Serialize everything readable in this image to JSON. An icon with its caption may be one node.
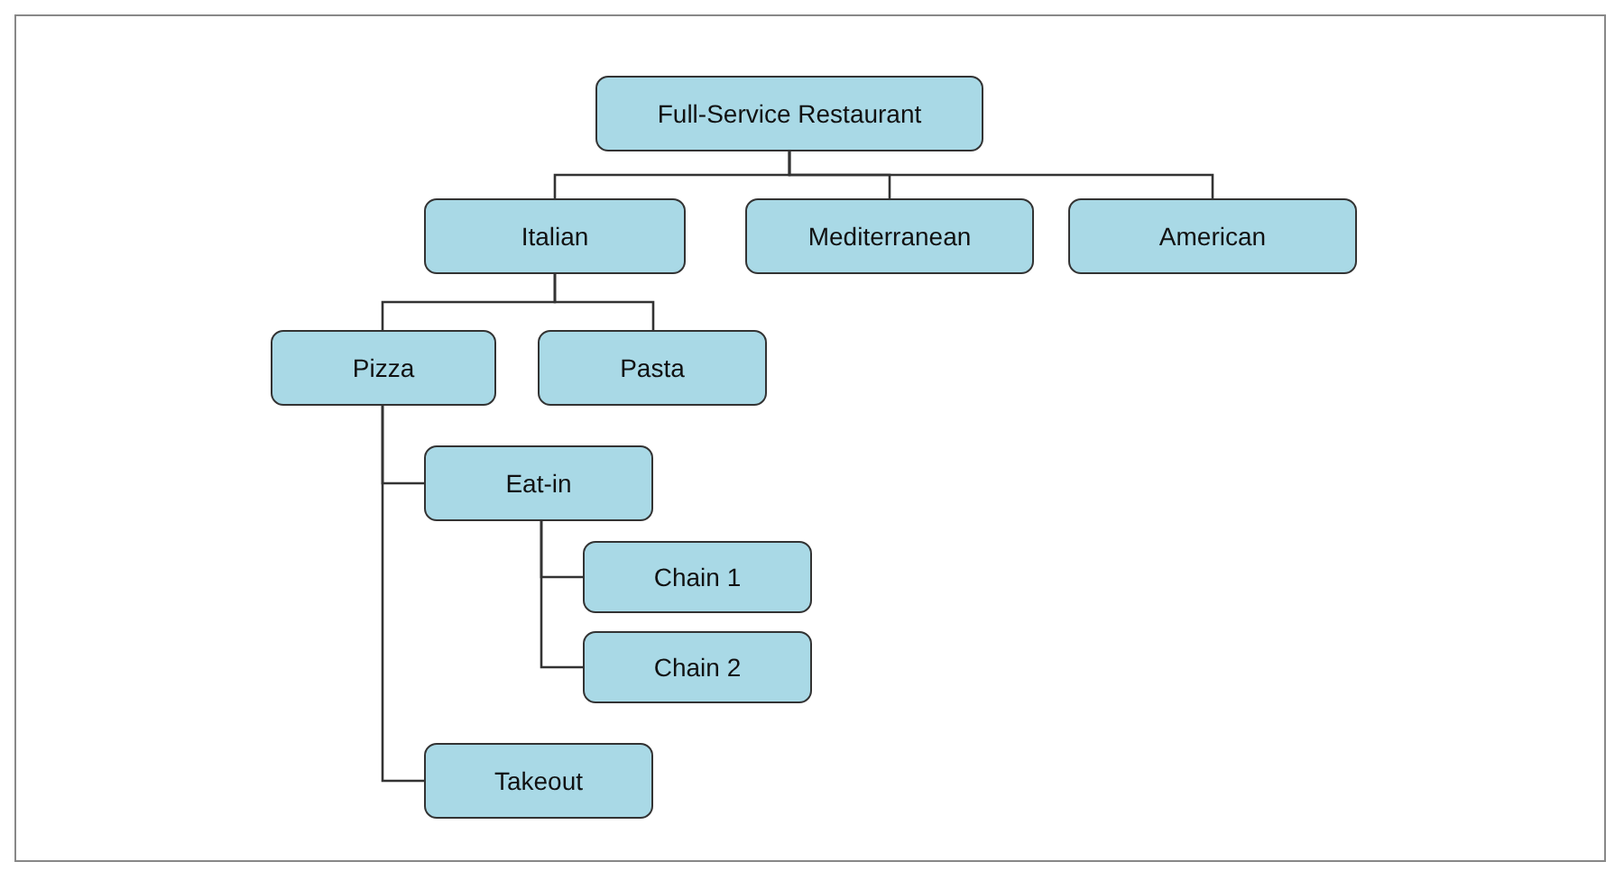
{
  "diagram": {
    "nodes": [
      {
        "text": [
          "Full-Service Restaurant"
        ]
      },
      {
        "text": [
          "Italian"
        ]
      },
      {
        "text": [
          "Mediterranean"
        ]
      },
      {
        "text": [
          "American"
        ]
      },
      {
        "text": [
          "Pizza"
        ]
      },
      {
        "text": [
          "Pasta"
        ]
      },
      {
        "text": [
          "Eat-in"
        ]
      },
      {
        "text": [
          "Chain 1"
        ]
      },
      {
        "text": [
          "Chain 2"
        ]
      },
      {
        "text": [
          "Takeout"
        ]
      }
    ],
    "edges": [
      {
        "from": 0,
        "to": 1,
        "arrow": "none"
      },
      {
        "from": 0,
        "to": 2,
        "arrow": "none"
      },
      {
        "from": 0,
        "to": 3,
        "arrow": "none"
      },
      {
        "from": 1,
        "to": 4,
        "arrow": "none"
      },
      {
        "from": 1,
        "to": 5,
        "arrow": "none"
      },
      {
        "from": 4,
        "to": 6,
        "arrow": "none"
      },
      {
        "from": 4,
        "to": 9,
        "arrow": "none"
      },
      {
        "from": 6,
        "to": 7,
        "arrow": "none"
      },
      {
        "from": 6,
        "to": 8,
        "arrow": "none"
      }
    ]
  }
}
